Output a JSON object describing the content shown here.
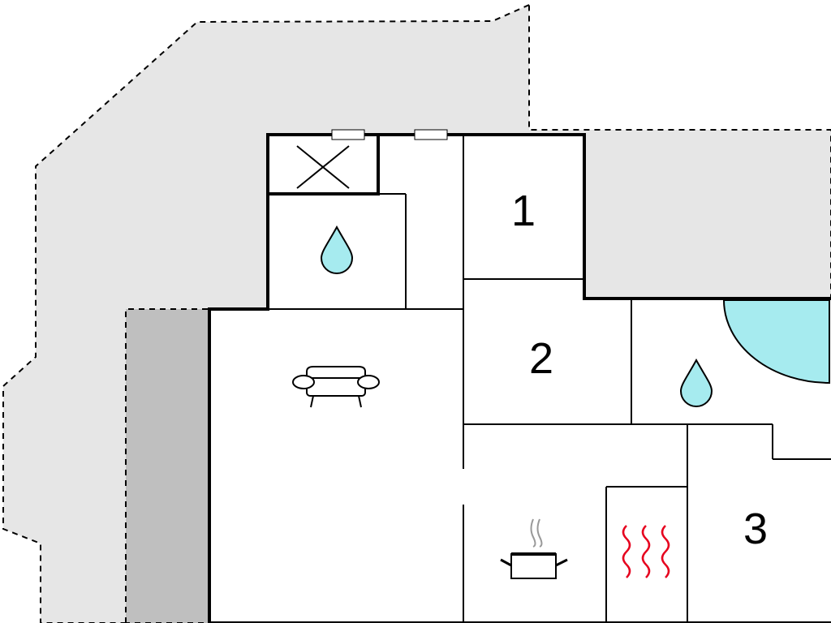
{
  "rooms": {
    "room_1": "1",
    "room_2": "2",
    "room_3": "3"
  },
  "icons": {
    "drop": "water-drop-icon",
    "sofa": "sofa-icon",
    "pot": "cooking-pot-icon",
    "heat": "sauna-heat-icon",
    "shaft": "crossed-box-icon",
    "pool": "whirlpool-icon"
  },
  "colors": {
    "outdoor_area": "#e6e6e6",
    "covered_terrace": "#bfbfbf",
    "water": "#a6ebef",
    "heat": "#e6001e",
    "steam": "#999999"
  }
}
